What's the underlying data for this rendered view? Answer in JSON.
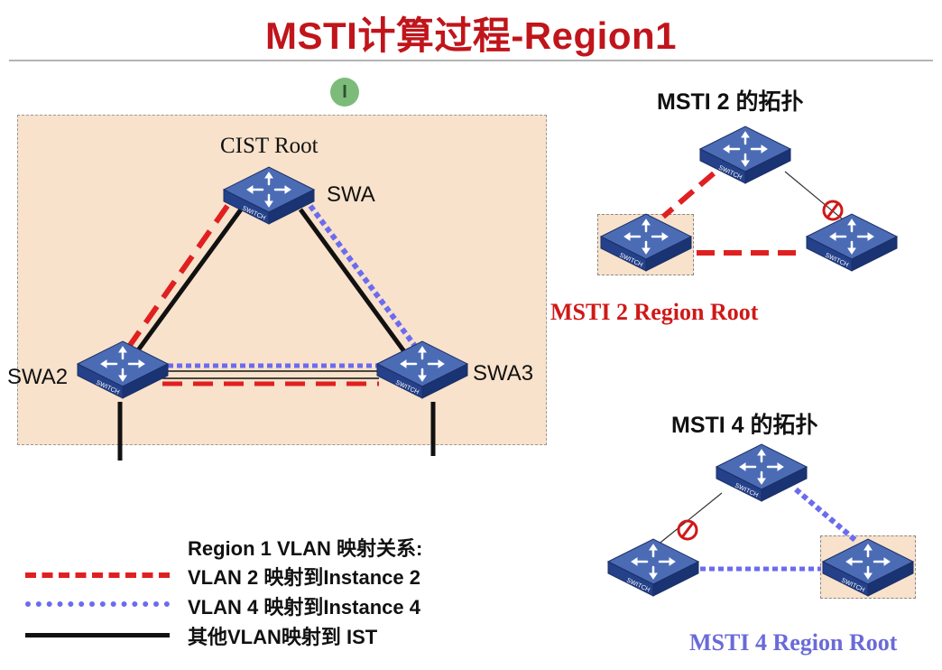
{
  "title": "MSTI计算过程-Region1",
  "cursor_glyph": "I",
  "region": {
    "cist_root": "CIST Root",
    "swa": "SWA",
    "swa2": "SWA2",
    "swa3": "SWA3",
    "switch_badge": "SWITCH"
  },
  "msti2": {
    "title": "MSTI 2 的拓扑",
    "root_label": "MSTI 2 Region Root"
  },
  "msti4": {
    "title": "MSTI 4 的拓扑",
    "root_label": "MSTI 4 Region Root"
  },
  "legend": {
    "heading": "Region 1 VLAN 映射关系:",
    "items": [
      {
        "text": "VLAN 2 映射到Instance 2",
        "style": "red-dashed"
      },
      {
        "text": "VLAN 4 映射到Instance 4",
        "style": "blue-dotted"
      },
      {
        "text": "其他VLAN映射到 IST",
        "style": "black-solid"
      }
    ]
  },
  "colors": {
    "title": "#c0151b",
    "vlan2": "#e02020",
    "vlan4": "#6b6bf0",
    "ist": "#111111",
    "region_fill": "#f8e2cb",
    "switch_top": "#3f5fa8",
    "switch_side": "#213f84",
    "block_icon": "#d01818",
    "msti4_root": "#6a6ad8"
  },
  "icons": [
    "switch-icon",
    "blocked-port-icon",
    "cursor-icon"
  ]
}
